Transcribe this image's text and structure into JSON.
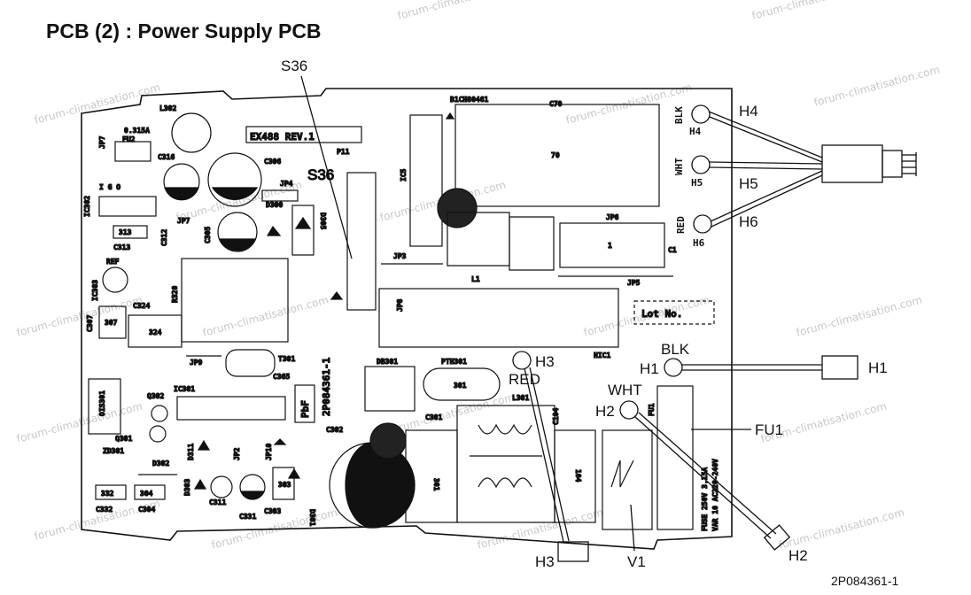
{
  "title": "PCB (2) : Power Supply PCB",
  "doc_number": "2P084361-1",
  "watermark": "forum-climatisation.com",
  "callouts": {
    "s36": "S36",
    "h4": "H4",
    "h5": "H5",
    "h6": "H6",
    "h1": "H1",
    "fu1": "FU1",
    "h3": "H3",
    "v1": "V1",
    "h2": "H2"
  },
  "board": {
    "s36": "S36",
    "blk": "BLK",
    "wht": "WHT",
    "red": "RED",
    "h1": "H1",
    "h2": "H2",
    "h3": "H3",
    "h4": "H4",
    "h5": "H5",
    "h6": "H6",
    "lot_no": "Lot No.",
    "board_id": "2P084361-1",
    "rev": "EX488 REV.1",
    "pbf": "PbF",
    "fuse_a": "0.315A",
    "fuse_text": "FUSE 250V 3.15A",
    "fuse_text2": "VAR 10 AC220-240V",
    "c70": "C70",
    "v70": "70",
    "jp6": "JP6",
    "jp5": "JP5",
    "jp3": "JP3",
    "jp4": "JP4",
    "jp7": "JP7",
    "jp9": "JP9",
    "jp8": "JP8",
    "ic5": "IC5",
    "l1": "L1",
    "c1": "C1",
    "v1": "1",
    "hic1": "HIC1",
    "l302": "L302",
    "fu2": "FU2",
    "c305": "C305",
    "c306": "C306",
    "d300": "D300",
    "d305": "D305",
    "ic302": "IC302",
    "c313": "C313",
    "v313": "313",
    "c312": "C312",
    "ref": "REF",
    "ic303": "IC303",
    "r320": "R320",
    "c324": "C324",
    "v324": "324",
    "c307": "C307",
    "v307": "307",
    "t301": "T301",
    "c365": "C365",
    "db301": "DB301",
    "pth301": "PTH301",
    "v301": "301",
    "ic301": "IC301",
    "q302": "Q302",
    "q301": "Q301",
    "zd301": "ZD301",
    "d311": "D311",
    "d303": "D303",
    "d302": "D302",
    "c302": "C302",
    "c301": "C301",
    "l301": "L301",
    "c104": "C104",
    "v104": "104",
    "c332": "C332",
    "v332": "332",
    "c304": "C304",
    "v304": "304",
    "c311": "C311",
    "c331": "C331",
    "c303": "C303",
    "d301": "D301",
    "v303": "303",
    "jp2": "JP2",
    "jp10": "JP10",
    "pcb_id": "2P084361",
    "p11": "P11"
  }
}
